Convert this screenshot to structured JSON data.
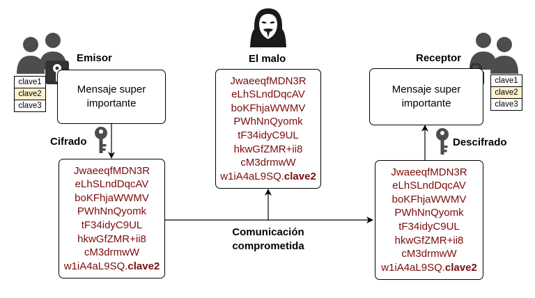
{
  "sender": {
    "label": "Emisor",
    "message": "Mensaje super importante",
    "keys": [
      "clave1",
      "clave2",
      "clave3"
    ]
  },
  "attacker": {
    "label": "El malo"
  },
  "receiver": {
    "label": "Receptor",
    "message": "Mensaje super importante",
    "keys": [
      "clave1",
      "clave2",
      "clave3"
    ]
  },
  "encrypt_label": "Cifrado",
  "decrypt_label": "Descifrado",
  "channel_label": "Comunicación comprometida",
  "ciphertext_lines": [
    "JwaeeqfMDN3R",
    "eLhSLndDqcAV",
    "boKFhjaWWMV",
    "PWhNnQyomk",
    "tF34idyC9UL",
    "hkwGfZMR+ii8",
    "cM3drmwW"
  ],
  "ciphertext_last": "w1iA4aL9SQ.",
  "ciphertext_key": "clave2",
  "colors": {
    "ciphertext": "#7a0c0c",
    "selected_key": "#fff2cc",
    "icon_gray": "#4d4d4d"
  }
}
